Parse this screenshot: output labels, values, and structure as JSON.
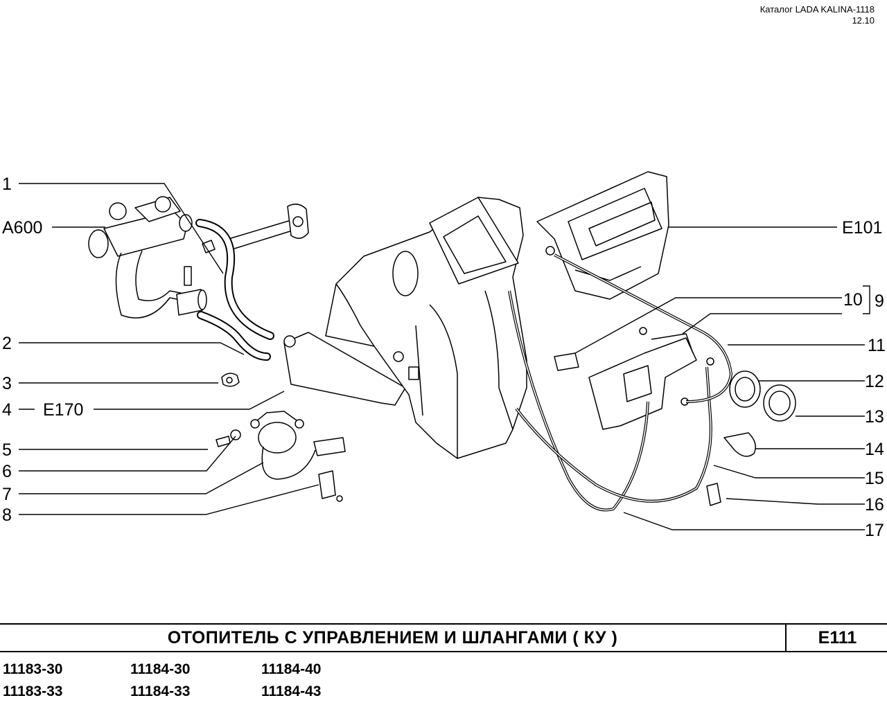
{
  "header": {
    "catalog": "Каталог LADA KALINA-1118",
    "date": "12.10"
  },
  "callouts": {
    "c1": "1",
    "a600": "A600",
    "c2": "2",
    "c3": "3",
    "c4": "4",
    "e170": "E170",
    "c5": "5",
    "c6": "6",
    "c7": "7",
    "c8": "8",
    "e101": "E101",
    "c10": "10",
    "c9": "9",
    "c11": "11",
    "c12": "12",
    "c13": "13",
    "c14": "14",
    "c15": "15",
    "c16": "16",
    "c17": "17"
  },
  "footer": {
    "title": "ОТОПИТЕЛЬ  С  УПРАВЛЕНИЕМ  И  ШЛАНГАМИ ( КУ )",
    "code": "E111",
    "models": [
      "11183-30",
      "11184-30",
      "11184-40",
      "11183-33",
      "11184-33",
      "11184-43"
    ]
  }
}
